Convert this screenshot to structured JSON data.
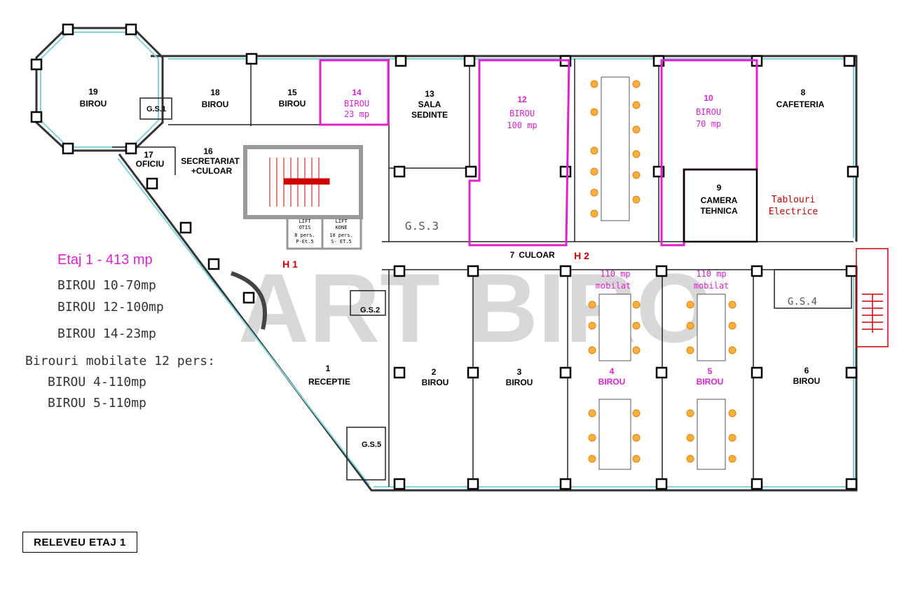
{
  "watermark": "ART BIRO",
  "legend": {
    "title": "Etaj 1 - 413 mp",
    "lines": [
      "BIROU 10-70mp",
      "BIROU 12-100mp",
      "BIROU 14-23mp",
      "Birouri mobilate 12 pers:",
      "BIROU 4-110mp",
      "BIROU 5-110mp"
    ]
  },
  "title_block": "RELEVEU ETAJ 1",
  "rooms": [
    {
      "num": "19",
      "name": "BIROU"
    },
    {
      "num": "18",
      "name": "BIROU"
    },
    {
      "num": "15",
      "name": "BIROU"
    },
    {
      "num": "14",
      "name": "BIROU",
      "area": "23 mp"
    },
    {
      "num": "13",
      "name": "SALA",
      "name2": "SEDINTE"
    },
    {
      "num": "12",
      "name": "BIROU",
      "area": "100 mp"
    },
    {
      "num": "10",
      "name": "BIROU",
      "area": "70 mp"
    },
    {
      "num": "8",
      "name": "CAFETERIA"
    },
    {
      "num": "17",
      "name": "OFICIU"
    },
    {
      "num": "16",
      "name": "SECRETARIAT",
      "name2": "+CULOAR"
    },
    {
      "num": "9",
      "name": "CAMERA",
      "name2": "TEHNICA"
    },
    {
      "num": "7",
      "name": "CULOAR"
    },
    {
      "num": "1",
      "name": "RECEPTIE"
    },
    {
      "num": "2",
      "name": "BIROU"
    },
    {
      "num": "3",
      "name": "BIROU"
    },
    {
      "num": "4",
      "name": "BIROU",
      "area": "110 mp",
      "note": "mobilat"
    },
    {
      "num": "5",
      "name": "BIROU",
      "area": "110 mp",
      "note": "mobilat"
    },
    {
      "num": "6",
      "name": "BIROU"
    }
  ],
  "wc": [
    "G.S.1",
    "G.S.2",
    "G.S.3",
    "G.S.4",
    "G.S.5"
  ],
  "hydrants": [
    "H 1",
    "H 2"
  ],
  "tech_note": [
    "Tablouri",
    "Electrice"
  ],
  "lifts": [
    {
      "l1": "LIFT",
      "l2": "OTIS",
      "l3": "8 pers.",
      "l4": "P-Et.5"
    },
    {
      "l1": "LIFT",
      "l2": "KONE",
      "l3": "10 pers.",
      "l4": "S- ET.5"
    }
  ],
  "colors": {
    "highlight": "#e020d0",
    "window": "#7fd4e0",
    "furniture": "#f08000",
    "stairs": "#d00000"
  }
}
